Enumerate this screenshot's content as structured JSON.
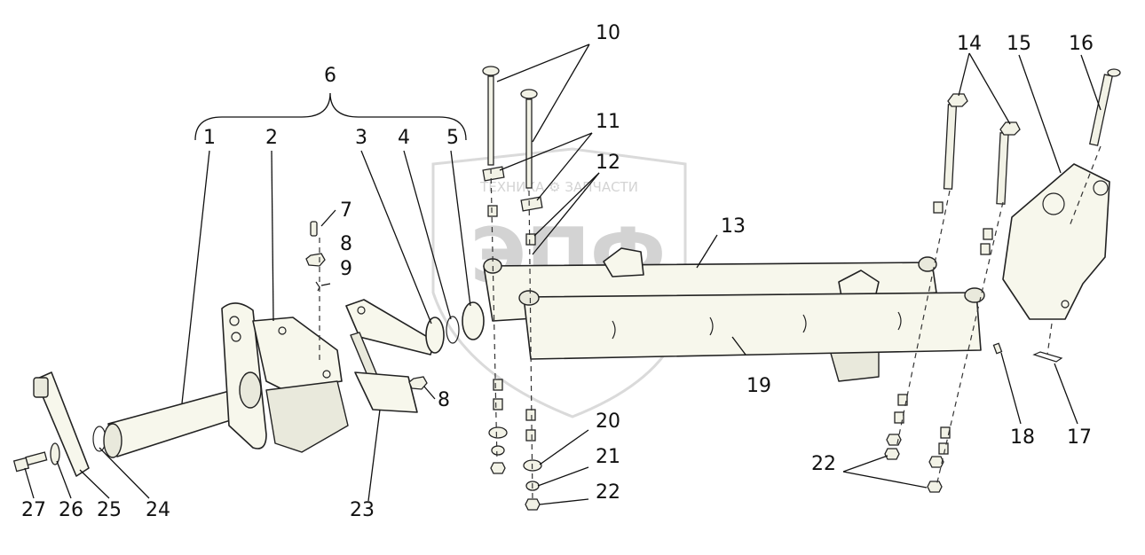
{
  "watermark": {
    "brand_line": "ТЕХНИКА ⚙ ЗАПЧАСТИ",
    "logo_text": "ЭПФ"
  },
  "callouts": {
    "c1": "1",
    "c2": "2",
    "c3": "3",
    "c4": "4",
    "c5": "5",
    "c6": "6",
    "c7": "7",
    "c8a": "8",
    "c8b": "8",
    "c9": "9",
    "c10": "10",
    "c11": "11",
    "c12": "12",
    "c13": "13",
    "c14": "14",
    "c15": "15",
    "c16": "16",
    "c17": "17",
    "c18": "18",
    "c19": "19",
    "c20": "20",
    "c21": "21",
    "c22a": "22",
    "c22b": "22",
    "c23": "23",
    "c24": "24",
    "c25": "25",
    "c26": "26",
    "c27": "27"
  }
}
